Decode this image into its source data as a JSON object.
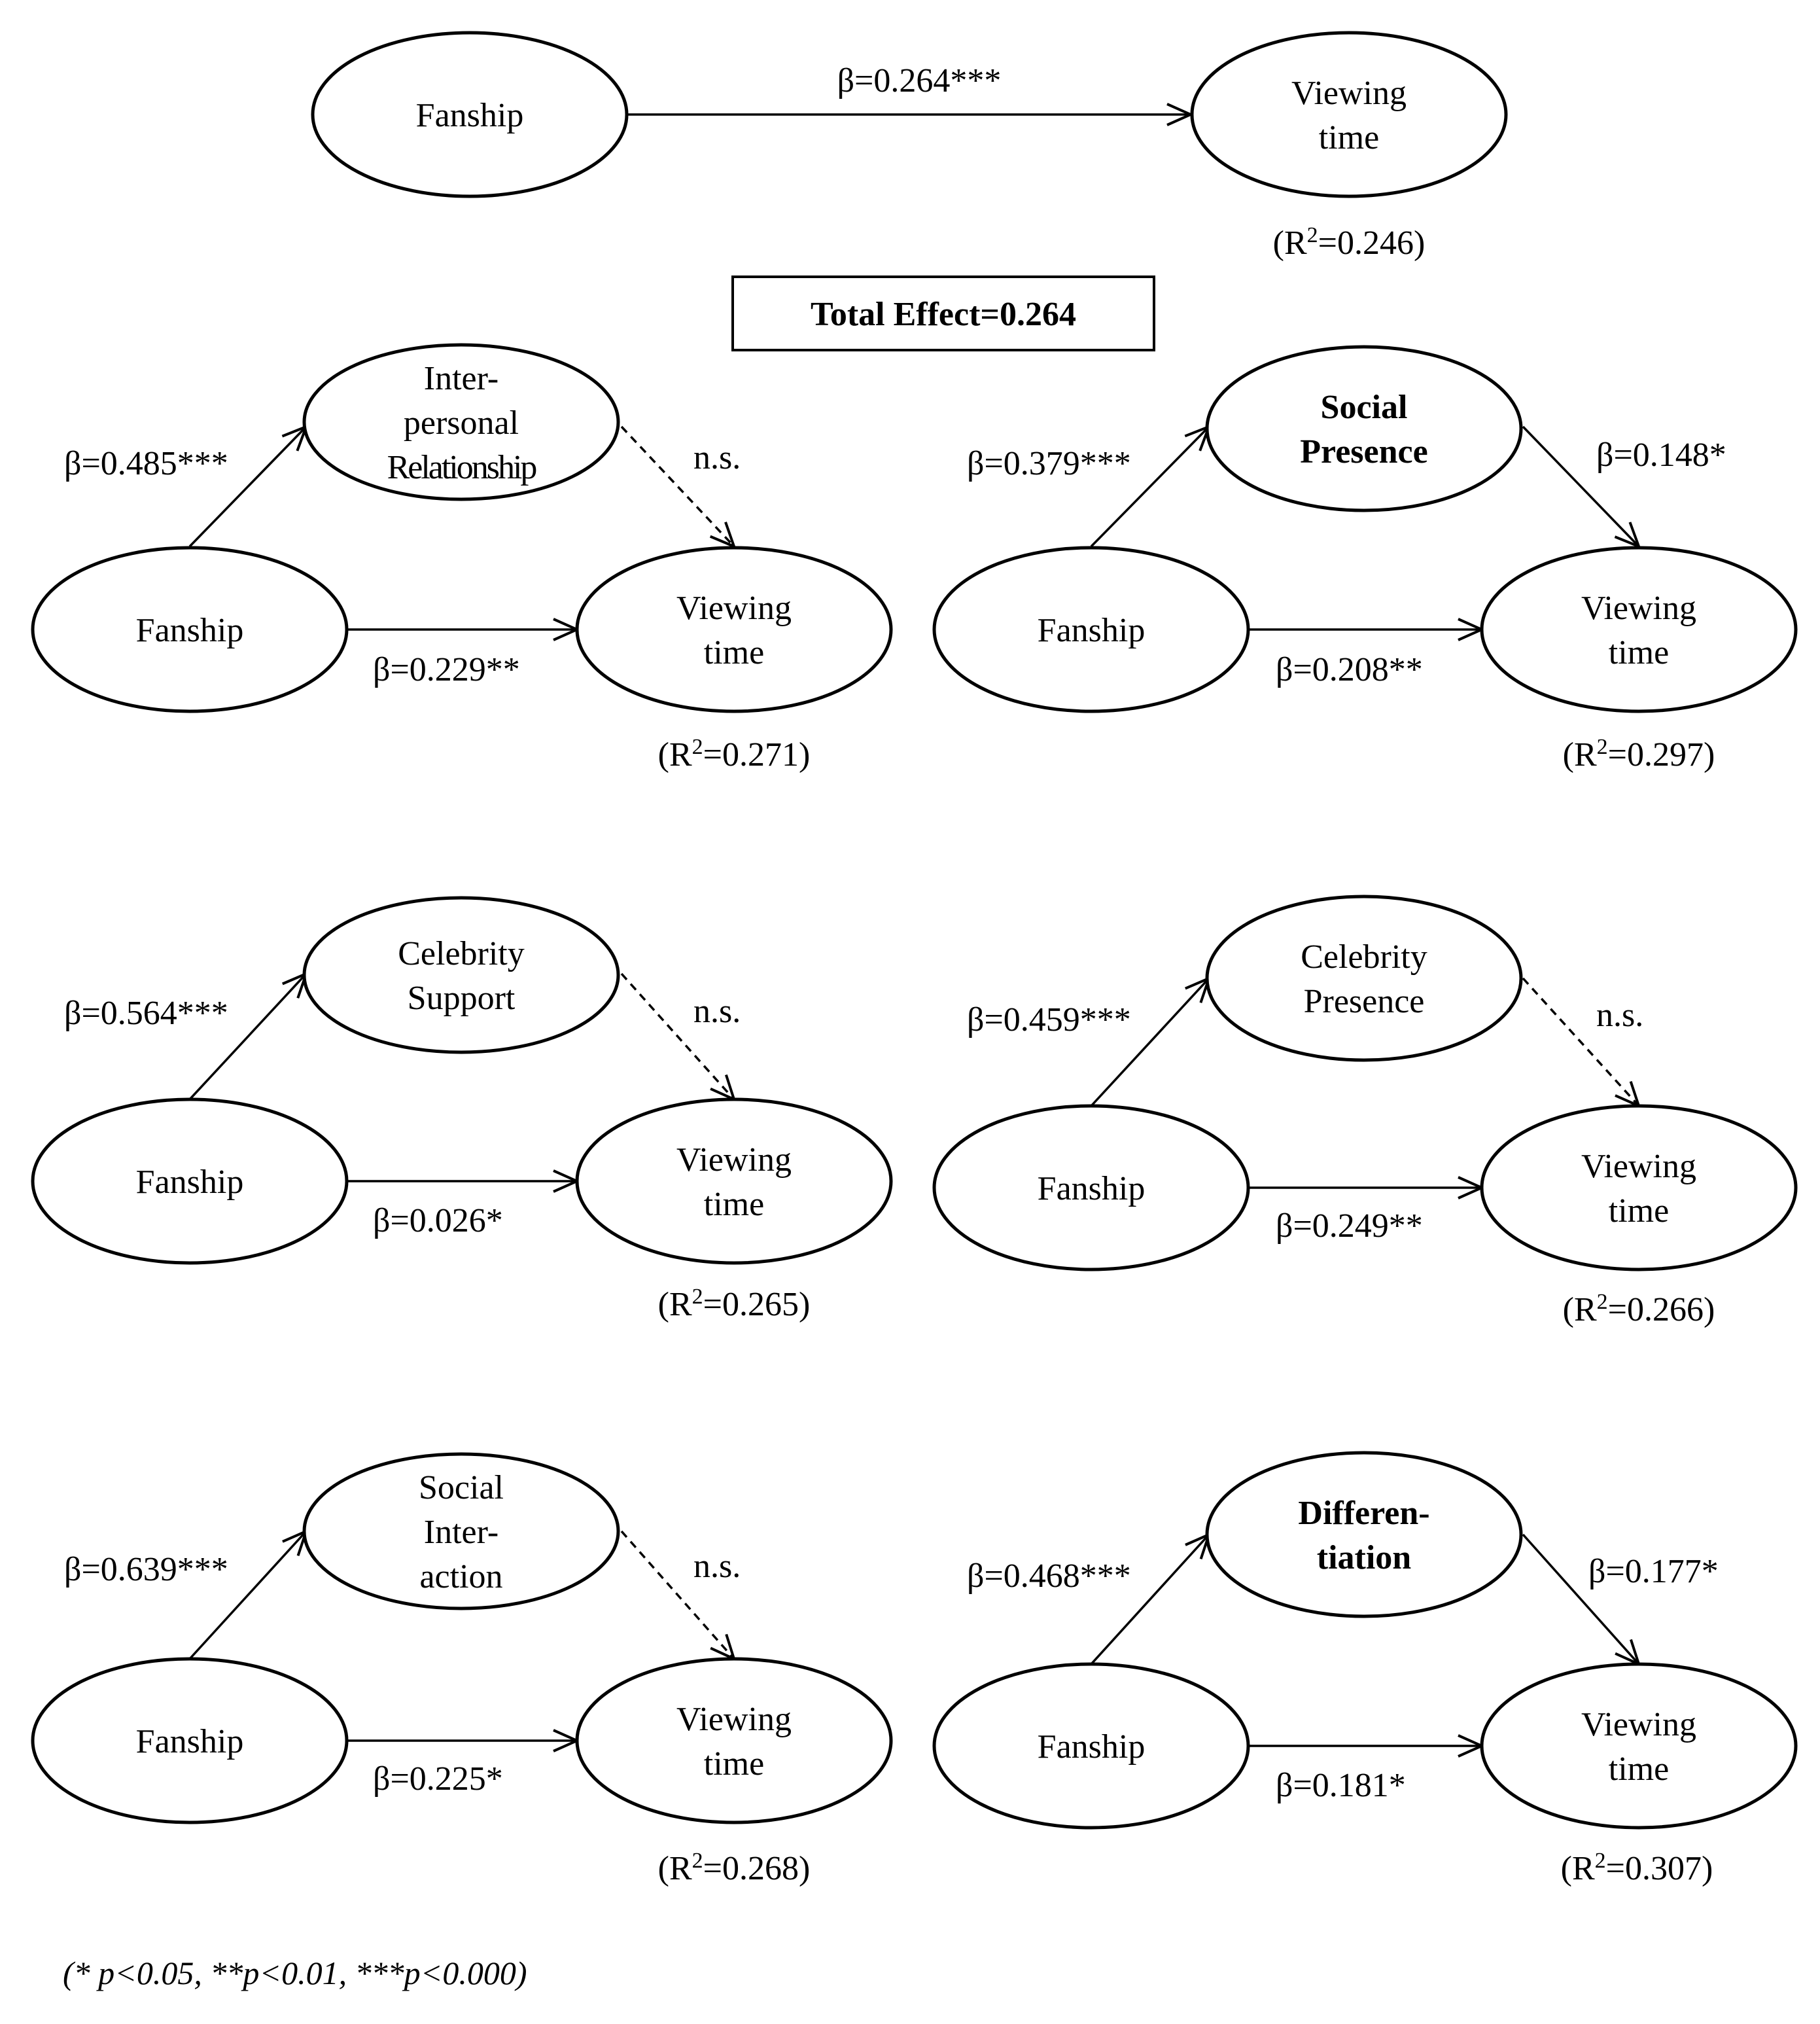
{
  "nodes": {
    "top_fanship": {
      "lines": [
        "Fanship"
      ],
      "bold": false
    },
    "top_viewing": {
      "lines": [
        "Viewing",
        "time"
      ],
      "bold": false
    },
    "a_mediator": {
      "lines": [
        "Inter-",
        "personal",
        "Relationship"
      ],
      "bold": false
    },
    "a_fanship": {
      "lines": [
        "Fanship"
      ],
      "bold": false
    },
    "a_viewing": {
      "lines": [
        "Viewing",
        "time"
      ],
      "bold": false
    },
    "b_mediator": {
      "lines": [
        "Social",
        "Presence"
      ],
      "bold": true
    },
    "b_fanship": {
      "lines": [
        "Fanship"
      ],
      "bold": false
    },
    "b_viewing": {
      "lines": [
        "Viewing",
        "time"
      ],
      "bold": false
    },
    "c_mediator": {
      "lines": [
        "Celebrity",
        "Support"
      ],
      "bold": false
    },
    "c_fanship": {
      "lines": [
        "Fanship"
      ],
      "bold": false
    },
    "c_viewing": {
      "lines": [
        "Viewing",
        "time"
      ],
      "bold": false
    },
    "d_mediator": {
      "lines": [
        "Celebrity",
        "Presence"
      ],
      "bold": false
    },
    "d_fanship": {
      "lines": [
        "Fanship"
      ],
      "bold": false
    },
    "d_viewing": {
      "lines": [
        "Viewing",
        "time"
      ],
      "bold": false
    },
    "e_mediator": {
      "lines": [
        "Social",
        "Inter-",
        "action"
      ],
      "bold": false
    },
    "e_fanship": {
      "lines": [
        "Fanship"
      ],
      "bold": false
    },
    "e_viewing": {
      "lines": [
        "Viewing",
        "time"
      ],
      "bold": false
    },
    "f_mediator": {
      "lines": [
        "Differen-",
        "tiation"
      ],
      "bold": true
    },
    "f_fanship": {
      "lines": [
        "Fanship"
      ],
      "bold": false
    },
    "f_viewing": {
      "lines": [
        "Viewing",
        "time"
      ],
      "bold": false
    }
  },
  "edges": [
    {
      "from": "top_fanship",
      "to": "top_viewing",
      "label": "β=0.264***",
      "significant": true
    },
    {
      "from": "a_fanship",
      "to": "a_mediator",
      "label": "β=0.485***",
      "significant": true
    },
    {
      "from": "a_mediator",
      "to": "a_viewing",
      "label": "n.s.",
      "significant": false
    },
    {
      "from": "a_fanship",
      "to": "a_viewing",
      "label": "β=0.229**",
      "significant": true
    },
    {
      "from": "b_fanship",
      "to": "b_mediator",
      "label": "β=0.379***",
      "significant": true
    },
    {
      "from": "b_mediator",
      "to": "b_viewing",
      "label": "β=0.148*",
      "significant": true
    },
    {
      "from": "b_fanship",
      "to": "b_viewing",
      "label": "β=0.208**",
      "significant": true
    },
    {
      "from": "c_fanship",
      "to": "c_mediator",
      "label": "β=0.564***",
      "significant": true
    },
    {
      "from": "c_mediator",
      "to": "c_viewing",
      "label": "n.s.",
      "significant": false
    },
    {
      "from": "c_fanship",
      "to": "c_viewing",
      "label": "β=0.026*",
      "significant": true
    },
    {
      "from": "d_fanship",
      "to": "d_mediator",
      "label": "β=0.459***",
      "significant": true
    },
    {
      "from": "d_mediator",
      "to": "d_viewing",
      "label": "n.s.",
      "significant": false
    },
    {
      "from": "d_fanship",
      "to": "d_viewing",
      "label": "β=0.249**",
      "significant": true
    },
    {
      "from": "e_fanship",
      "to": "e_mediator",
      "label": "β=0.639***",
      "significant": true
    },
    {
      "from": "e_mediator",
      "to": "e_viewing",
      "label": "n.s.",
      "significant": false
    },
    {
      "from": "e_fanship",
      "to": "e_viewing",
      "label": "β=0.225*",
      "significant": true
    },
    {
      "from": "f_fanship",
      "to": "f_mediator",
      "label": "β=0.468***",
      "significant": true
    },
    {
      "from": "f_mediator",
      "to": "f_viewing",
      "label": "β=0.177*",
      "significant": true
    },
    {
      "from": "f_fanship",
      "to": "f_viewing",
      "label": "β=0.181*",
      "significant": true
    }
  ],
  "r_squared": {
    "top": "=0.246",
    "a": "=0.271",
    "b": "=0.297",
    "c": "=0.265",
    "d": "=0.266",
    "e": "=0.268",
    "f": "=0.307"
  },
  "r_squared_symbol": {
    "open": "(R",
    "sup": "2",
    "close": ")"
  },
  "total_effect_label": "Total Effect=0.264",
  "footnote": "(* p<0.05, **p<0.01, ***p<0.000)"
}
